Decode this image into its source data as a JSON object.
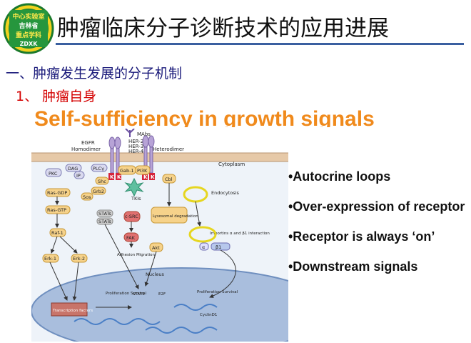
{
  "logo": {
    "line1": "中心实验室",
    "line2": "吉林省",
    "line3": "重点学科",
    "line4": "ZDXK"
  },
  "slide": {
    "title": "肿瘤临床分子诊断技术的应用进展",
    "subtitle": "一、肿瘤发生发展的分子机制",
    "item_label": "1、 肿瘤自身",
    "heading": "Self-sufficiency in growth signals"
  },
  "diagram": {
    "mabs": "MAbs",
    "egfr": "EGFR",
    "homodimer": "Homodimer",
    "her2": "HER-2",
    "her3": "HER-3",
    "her4": "HER-4",
    "heterodimer": "Heterodimer",
    "cytoplasm": "Cytoplasm",
    "dag": "DAG",
    "plcg": "PLCγ",
    "pkc": "PKC",
    "ip3": "IP",
    "shc": "Shc",
    "grb2": "Grb2",
    "sos": "Sos",
    "gab1": "Gab-1",
    "pi3k": "PI3K",
    "tkis": "TKIs",
    "cbl": "Cbl",
    "endocytosis": "Endocytosis",
    "ras_gdp": "Ras-GDP",
    "ras_gtp": "Ras-GTP",
    "stat1": "STATs",
    "stat2": "STATs",
    "src": "c-SRC",
    "lysosomal": "Lysosomal degradation",
    "importins": "Importins α and β1 interaction",
    "raf": "Raf-1",
    "fak": "FAK",
    "alpha": "α",
    "beta": "β1",
    "erk1": "Erk-1",
    "erk2": "Erk-2",
    "adhesion": "Adhesion Migration",
    "akt": "Akt",
    "nucleus": "Nucleus",
    "prolif1": "Proliferation Survival",
    "stat3": "STAT3",
    "e2f": "E2F",
    "prolif2": "Proliferation Survival",
    "tf": "Transcription factors",
    "cyclin": "CyclinD1",
    "k": "K"
  },
  "bullets": [
    "•Autocrine loops",
    "•Over-expression of receptor",
    "•Receptor is always ‘on’",
    "•Downstream signals"
  ],
  "colors": {
    "title_rule": "#3a5fa0",
    "heading": "#f08a1c",
    "item_label": "#d40000",
    "subtitle": "#1a1a7a",
    "nucleus": "#9fb6d8",
    "membrane": "#e6c9a8"
  }
}
